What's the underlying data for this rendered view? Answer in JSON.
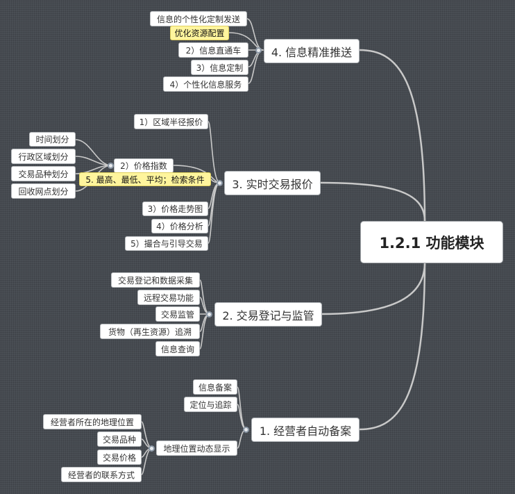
{
  "root": {
    "label": "1.2.1 功能模块"
  },
  "branches": {
    "b4": {
      "label": "4. 信息精准推送",
      "items": [
        "信息的个性化定制发送",
        "优化资源配置",
        "2）信息直通车",
        "3）信息定制",
        "4）个性化信息服务"
      ]
    },
    "b3": {
      "label": "3. 实时交易报价",
      "items": [
        "1）区域半径报价",
        "2）价格指数",
        "5. 最高、最低、平均；检索条件",
        "3）价格走势图",
        "4）价格分析",
        "5）撮合与引导交易"
      ],
      "price_index_children": [
        "时间划分",
        "行政区域划分",
        "交易品种划分",
        "回收网点划分"
      ]
    },
    "b2": {
      "label": "2. 交易登记与监管",
      "items": [
        "交易登记和数据采集",
        "远程交易功能",
        "交易监管",
        "货物（再生资源）追溯",
        "信息查询"
      ]
    },
    "b1": {
      "label": "1. 经营者自动备案",
      "items": [
        "信息备案",
        "定位与追踪",
        "地理位置动态显示"
      ],
      "location_children": [
        "经营者所在的地理位置",
        "交易品种",
        "交易价格",
        "经营者的联系方式"
      ]
    }
  },
  "colors": {
    "line": "#c9c9c9",
    "highlight": "#fff59d",
    "background": "#4a4f55"
  }
}
